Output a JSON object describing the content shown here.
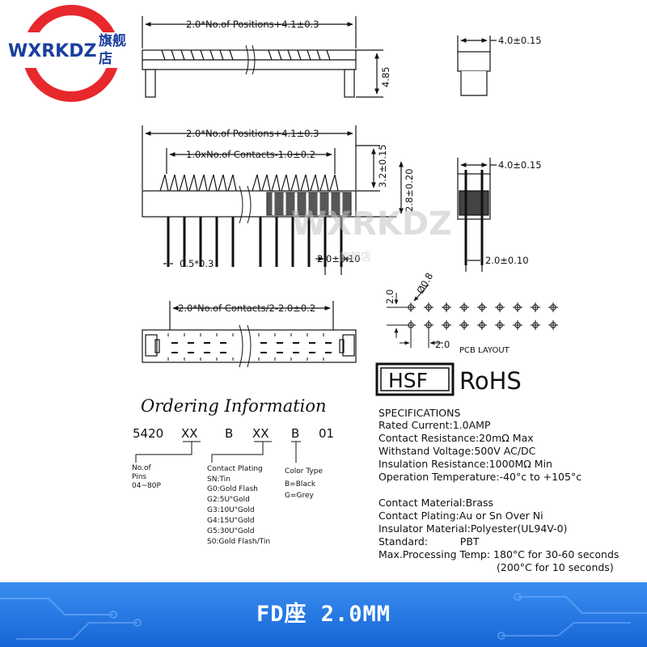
{
  "brand": {
    "logo": "WXRKDZ",
    "store_line1": "旗舰",
    "store_line2": "店",
    "watermark": "WXRKDZ",
    "watermark_sub": "旗舰店"
  },
  "drawing": {
    "top_view": {
      "width_dim": "2.0*No.of Positions+4.1±0.3",
      "height_dim": "4.85"
    },
    "end_view_top": {
      "width_dim": "4.0±0.15"
    },
    "front_view": {
      "width_dim": "2.0*No.of Positions+4.1±0.3",
      "contacts_dim": "1.0xNo.of Contacts-1.0±0.2",
      "height_upper": "3.2±0.15",
      "height_lower": "2.8±0.20",
      "pitch_dim": "2.0±0.10",
      "pin_dim": "0.5*0.3"
    },
    "side_view": {
      "width_dim": "4.0±0.15",
      "pitch_dim": "2.0±0.10"
    },
    "bottom_view": {
      "contacts_dim": "2.0*No.of Contacts/2-2.0±0.2"
    },
    "pcb_layout": {
      "label": "PCB LAYOUT",
      "row_pitch": "2.0",
      "hole_dia": "Ø0.8",
      "col_pitch": "2.0"
    }
  },
  "badges": {
    "hsf": "HSF",
    "rohs": "RoHS"
  },
  "specifications": {
    "heading": "SPECIFICATIONS",
    "lines": [
      "Rated Current:1.0AMP",
      "Contact Resistance:20mΩ Max",
      "Withstand Voltage:500V AC/DC",
      "Insulation Resistance:1000MΩ Min",
      "Operation Temperature:-40°c to +105°c"
    ],
    "material_lines": [
      "Contact Material:Brass",
      "Contact Plating:Au or Sn Over Ni",
      "Insulator Material:Polyester(UL94V-0)",
      "Standard:          PBT",
      "Max.Processing Temp: 180°C for 30-60 seconds",
      "(200°C for 10 seconds)"
    ]
  },
  "ordering": {
    "title": "Ordering Information",
    "code": [
      "5420",
      "XX",
      "B",
      "XX",
      "B",
      "01"
    ],
    "pins": [
      "No.of",
      "Pins",
      "04~80P"
    ],
    "plating": [
      "Contact Plating",
      "SN:Tin",
      "G0:Gold Flash",
      "G2:5U\"Gold",
      "G3:10U\"Gold",
      "G4:15U\"Gold",
      "G5:30U\"Gold",
      "S0:Gold Flash/Tin"
    ],
    "color": [
      "Color Type",
      "B=Black",
      "G=Grey"
    ]
  },
  "banner": {
    "title": "FD座 2.0MM"
  }
}
